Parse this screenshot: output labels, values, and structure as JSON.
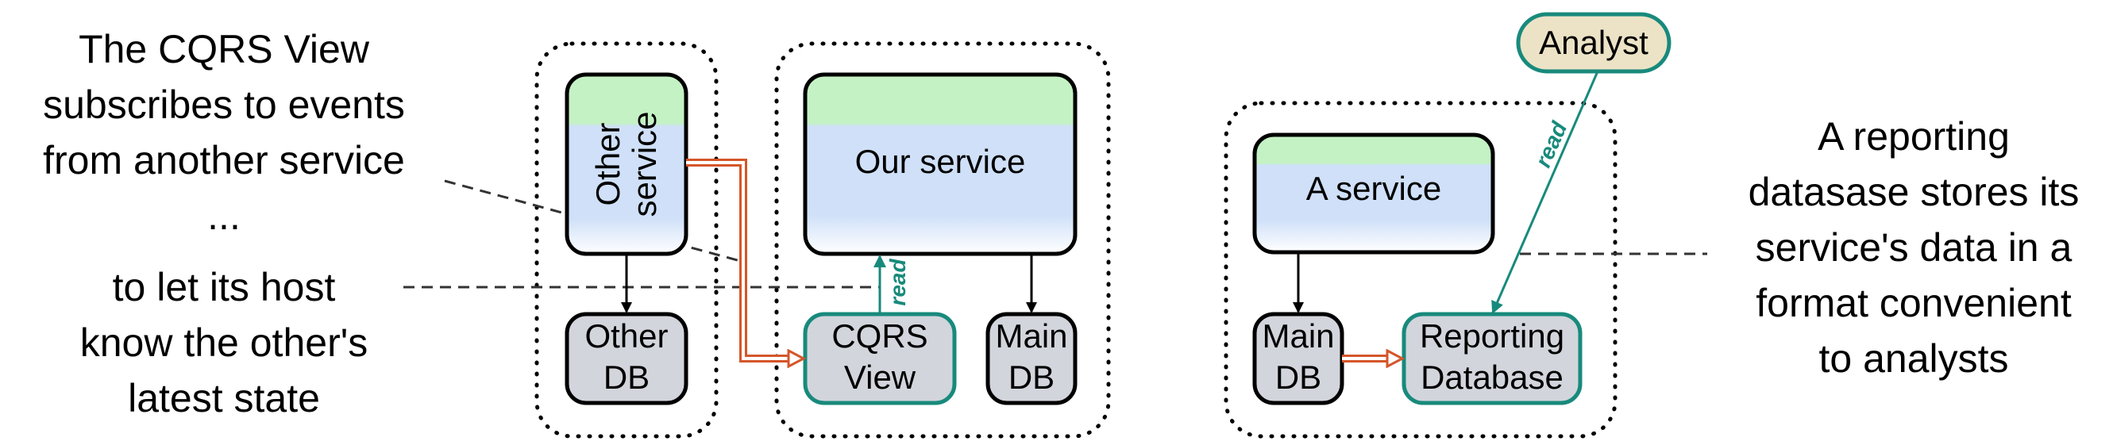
{
  "notes": {
    "left_top": [
      "The CQRS View",
      "subscribes to events",
      "from another service"
    ],
    "left_ellipsis": "...",
    "left_bottom": [
      "to let its host",
      "know the other's",
      "latest state"
    ],
    "right": [
      "A reporting",
      "datasase stores its",
      "service's data in a",
      "format convenient",
      "to analysts"
    ]
  },
  "boxes": {
    "other_service": [
      "Other",
      "service"
    ],
    "our_service": "Our service",
    "other_db": [
      "Other",
      "DB"
    ],
    "cqrs_view": [
      "CQRS",
      "View"
    ],
    "main_db_left": [
      "Main",
      "DB"
    ],
    "a_service": "A service",
    "main_db_right": [
      "Main",
      "DB"
    ],
    "reporting_db": [
      "Reporting",
      "Database"
    ],
    "analyst": "Analyst"
  },
  "arrow_labels": {
    "cqrs_read": "read",
    "analyst_read": "read"
  },
  "colors": {
    "service_top": "#c4f2c4",
    "service_body": "#cfe0f8",
    "db_fill": "#d2d5dc",
    "teal": "#188a7c",
    "orange": "#d4562a",
    "analyst_fill": "#ece3c6"
  }
}
